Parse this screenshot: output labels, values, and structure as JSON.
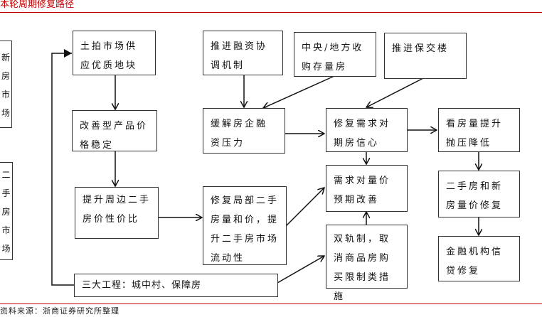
{
  "title": "本轮周期修复路径",
  "left_partial_boxes": [
    {
      "chars": [
        "新",
        "房",
        "市",
        "场"
      ]
    },
    {
      "chars": [
        "二",
        "手",
        "房",
        "市",
        "场"
      ]
    }
  ],
  "boxes": {
    "land": "土拍市场供应优质地块",
    "product": "改善型产品价格稳定",
    "secondhand_value": "提升周边二手房价性价比",
    "financing": "推进融资协调机制",
    "acquire": "中央/地方收购存量房",
    "delivery": "推进保交楼",
    "relieve": "缓解房企融资压力",
    "confidence": "修复需求对期房信心",
    "viewing": "看房量提升抛压降低",
    "expectation": "需求对量价预期改善",
    "recovery": "二手房和新房量价修复",
    "local_repair": "修复局部二手房量和价，提升二手房市场流动性",
    "dual_track": "双轨制，取消商品房购买限制类措施",
    "credit": "金融机构信贷修复",
    "three_projects": "三大工程：城中村、保障房"
  },
  "source": "资料来源：浙商证券研究所整理",
  "colors": {
    "accent": "#c00000"
  }
}
